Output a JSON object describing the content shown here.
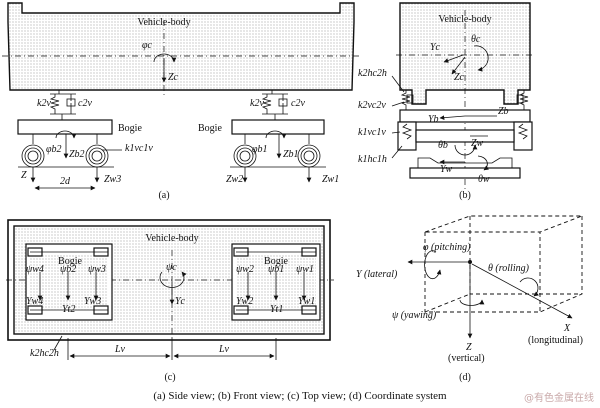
{
  "panels": {
    "a": {
      "tag": "(a)",
      "body_label": "Vehicle-body",
      "bogie_left_label": "Bogie",
      "bogie_right_label": "Bogie",
      "phi_c": "φc",
      "z_c": "Zc",
      "k2v": "k2v",
      "c2v": "c2v",
      "k2v_r": "k2v",
      "c2v_r": "c2v",
      "phi_b2": "φb2",
      "z_b2": "Zb2",
      "phi_b1": "φb1",
      "z_b1": "Zb1",
      "k1v_c1v": "k1vc1v",
      "z_axis": "Z",
      "two_d": "2d",
      "z_w3": "Zw3",
      "z_w2": "Zw2",
      "z_w1": "Zw1"
    },
    "b": {
      "tag": "(b)",
      "body_label": "Vehicle-body",
      "y_c": "Yc",
      "theta_c": "θc",
      "z_c": "Zc",
      "k2h_c2h": "k2hc2h",
      "k2v_c2v": "k2vc2v",
      "y_b": "Yb",
      "z_b": "Zb",
      "k1v_c1v": "k1vc1v",
      "theta_b": "θb",
      "z_w": "Zw",
      "k1h_c1h": "k1hc1h",
      "y_w": "Yw",
      "theta_w": "θw"
    },
    "c": {
      "tag": "(c)",
      "body_label": "Vehicle-body",
      "bogie_left_label": "Bogie",
      "bogie_right_label": "Bogie",
      "psi_w4": "ψw4",
      "psi_b2": "ψb2",
      "psi_w3": "ψw3",
      "psi_c": "ψc",
      "psi_w2": "ψw2",
      "psi_b1": "ψb1",
      "psi_w1": "ψw1",
      "y_w4": "Yw4",
      "y_t2": "Yt2",
      "y_w3": "Yw3",
      "y_c": "Yc",
      "y_w2": "Yw2",
      "y_t1": "Yt1",
      "y_w1": "Yw1",
      "k2h_c2h": "k2hc2h",
      "l_v_left": "Lv",
      "l_v_right": "Lv"
    },
    "d": {
      "tag": "(d)",
      "phi_pitching": "φ (pitching)",
      "y_lateral": "Y (lateral)",
      "theta_rolling": "θ (rolling)",
      "psi_yawing": "ψ (yawing)",
      "z_axis": "Z",
      "vertical": "(vertical)",
      "x_axis": "X",
      "longitudinal": "(longitudinal)"
    }
  },
  "caption": "(a) Side view; (b) Front view; (c) Top view; (d) Coordinate system",
  "watermark": "@有色金属在线"
}
